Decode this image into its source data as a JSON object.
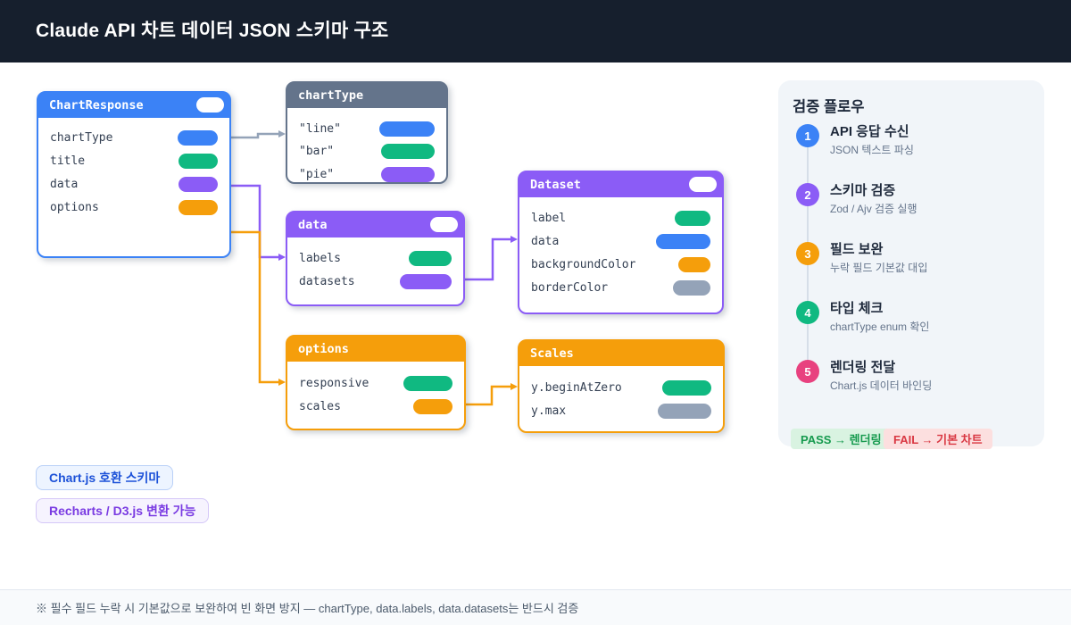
{
  "header": {
    "title": "Claude API 차트 데이터 JSON 스키마 구조"
  },
  "colors": {
    "blue": "#3b82f6",
    "green": "#10b981",
    "purple": "#8b5cf6",
    "orange": "#f59e0b",
    "slate": "#64748b",
    "gray": "#94a3b8",
    "pink": "#e8417f"
  },
  "boxes": [
    {
      "id": "chartResponse",
      "title": "ChartResponse",
      "theme": "blue",
      "header_badge": true,
      "fields": [
        {
          "name": "chartType",
          "badge": "blue"
        },
        {
          "name": "title",
          "badge": "green"
        },
        {
          "name": "data",
          "badge": "purple"
        },
        {
          "name": "options",
          "badge": "orange"
        }
      ]
    },
    {
      "id": "chartType",
      "title": "chartType",
      "theme": "slate",
      "header_badge": false,
      "fields": [
        {
          "name": "\"line\"",
          "badge": "blue"
        },
        {
          "name": "\"bar\"",
          "badge": "green"
        },
        {
          "name": "\"pie\"",
          "badge": "purple"
        }
      ]
    },
    {
      "id": "data",
      "title": "data",
      "theme": "purple",
      "header_badge": true,
      "fields": [
        {
          "name": "labels",
          "badge": "green"
        },
        {
          "name": "datasets",
          "badge": "purple"
        }
      ]
    },
    {
      "id": "options",
      "title": "options",
      "theme": "orange",
      "header_badge": false,
      "fields": [
        {
          "name": "responsive",
          "badge": "green"
        },
        {
          "name": "scales",
          "badge": "orange"
        }
      ]
    },
    {
      "id": "dataset",
      "title": "Dataset",
      "theme": "purple",
      "header_badge": true,
      "fields": [
        {
          "name": "label",
          "badge": "green"
        },
        {
          "name": "data",
          "badge": "blue"
        },
        {
          "name": "backgroundColor",
          "badge": "orange"
        },
        {
          "name": "borderColor",
          "badge": "gray"
        }
      ]
    },
    {
      "id": "scales",
      "title": "Scales",
      "theme": "orange",
      "header_badge": false,
      "fields": [
        {
          "name": "y.beginAtZero",
          "badge": "green"
        },
        {
          "name": "y.max",
          "badge": "gray"
        }
      ]
    }
  ],
  "flow_panel": {
    "title": "검증 플로우",
    "steps": [
      {
        "num": "1",
        "color": "blue",
        "title": "API 응답 수신",
        "subtitle": "JSON 텍스트 파싱"
      },
      {
        "num": "2",
        "color": "purple",
        "title": "스키마 검증",
        "subtitle": "Zod / Ajv 검증 실행"
      },
      {
        "num": "3",
        "color": "orange",
        "title": "필드 보완",
        "subtitle": "누락 필드 기본값 대입"
      },
      {
        "num": "4",
        "color": "green",
        "title": "타입 체크",
        "subtitle": "chartType enum 확인"
      },
      {
        "num": "5",
        "color": "pink",
        "title": "렌더링 전달",
        "subtitle": "Chart.js 데이터 바인딩"
      }
    ],
    "pass_badge": "PASS → 렌더링",
    "fail_badge": "FAIL → 기본 차트"
  },
  "tags": [
    {
      "label": "Chart.js 호환 스키마",
      "color": "blue"
    },
    {
      "label": "Recharts / D3.js 변환 가능",
      "color": "purple"
    }
  ],
  "footer": {
    "note": "※ 필수 필드 누락 시 기본값으로 보완하여 빈 화면 방지 — chartType, data.labels, data.datasets는 반드시 검증"
  }
}
